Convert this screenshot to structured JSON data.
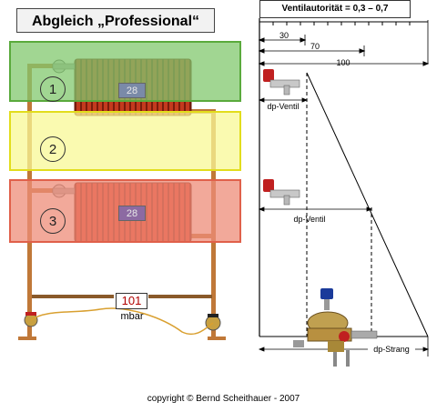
{
  "title": "Abgleich „Professional“",
  "autority_label": "Ventilautorität = 0,3 – 0,7",
  "zones": [
    {
      "number": "1",
      "color": "#82c86e"
    },
    {
      "number": "2",
      "color": "#f8f896"
    },
    {
      "number": "3",
      "color": "#ee8c78"
    }
  ],
  "radiator_displays": [
    "28",
    "28"
  ],
  "gauge": {
    "value": "101",
    "unit": "mbar"
  },
  "scale": {
    "tick_30": "30",
    "tick_70": "70",
    "tick_100": "100"
  },
  "labels": {
    "dp_ventil_1": "dp-Ventil",
    "dp_ventil_2": "dp-Ventil",
    "dp_strang": "dp-Strang"
  },
  "copyright": "copyright © Bernd Scheithauer - 2007",
  "colors": {
    "pipe": "#c07838",
    "radiator": "#d03a20",
    "valve_cap": "#c02020"
  }
}
